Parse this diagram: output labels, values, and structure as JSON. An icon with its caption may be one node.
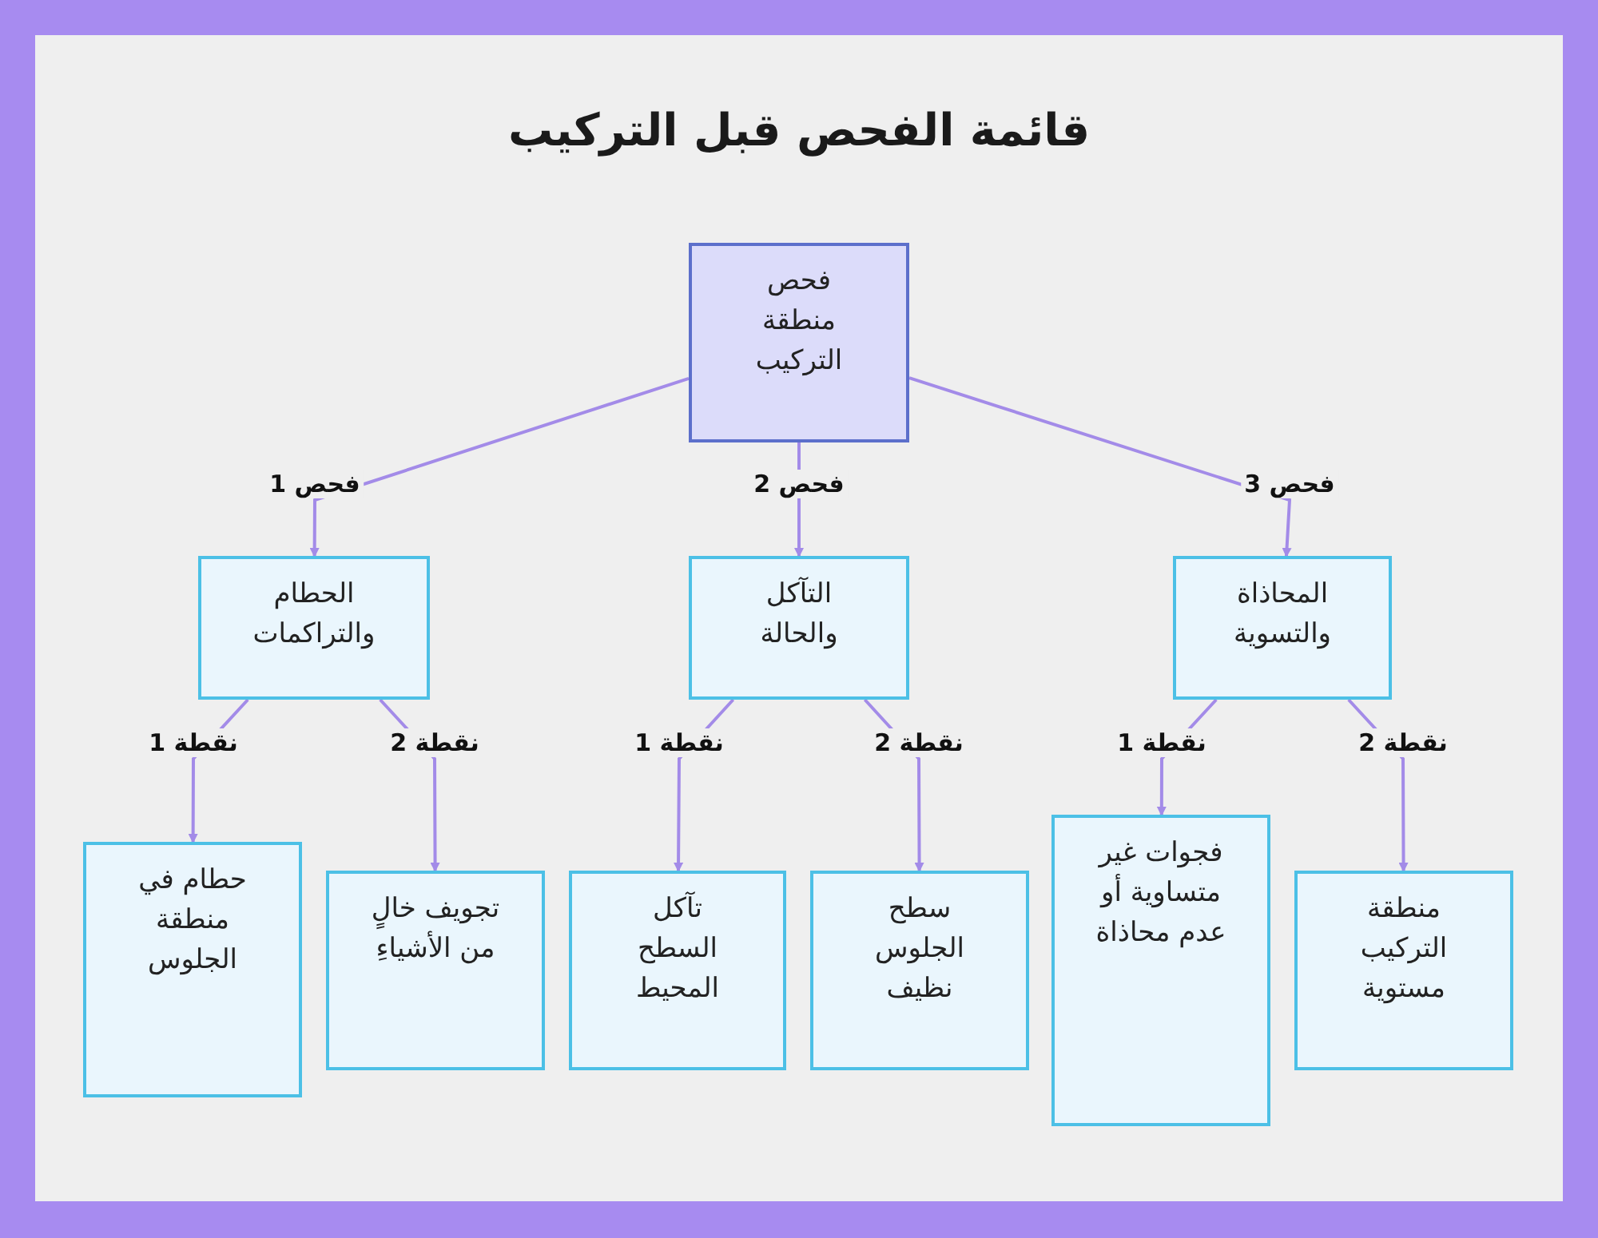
{
  "diagram": {
    "title": "قائمة الفحص قبل التركيب",
    "nodes": [
      {
        "text": [
          "فحص منطقة التركيب"
        ]
      },
      {
        "text": [
          "الحطام والتراكمات"
        ]
      },
      {
        "text": [
          "التآكل والحالة"
        ]
      },
      {
        "text": [
          "المحاذاة والتسوية"
        ]
      },
      {
        "text": [
          "حطام في منطقة الجلوس"
        ]
      },
      {
        "text": [
          "تجويف خالٍ من الأشياءِ"
        ]
      },
      {
        "text": [
          "تآكل السطح المحيط"
        ]
      },
      {
        "text": [
          "سطح الجلوس نظيف"
        ]
      },
      {
        "text": [
          "فجوات غير متساوية أو عدم محاذاة"
        ]
      },
      {
        "text": [
          "منطقة التركيب مستوية"
        ]
      }
    ],
    "edges": [
      {
        "from": 0,
        "to": 1,
        "arrow": "to",
        "label": "فحص 1"
      },
      {
        "from": 0,
        "to": 2,
        "arrow": "to",
        "label": "فحص 2"
      },
      {
        "from": 0,
        "to": 3,
        "arrow": "to",
        "label": "فحص 3"
      },
      {
        "from": 1,
        "to": 4,
        "arrow": "to",
        "label": "نقطة 1"
      },
      {
        "from": 1,
        "to": 5,
        "arrow": "to",
        "label": "نقطة 2"
      },
      {
        "from": 2,
        "to": 6,
        "arrow": "to",
        "label": "نقطة 1"
      },
      {
        "from": 2,
        "to": 7,
        "arrow": "to",
        "label": "نقطة 2"
      },
      {
        "from": 3,
        "to": 8,
        "arrow": "to",
        "label": "نقطة 1"
      },
      {
        "from": 3,
        "to": 9,
        "arrow": "to",
        "label": "نقطة 2"
      }
    ]
  }
}
